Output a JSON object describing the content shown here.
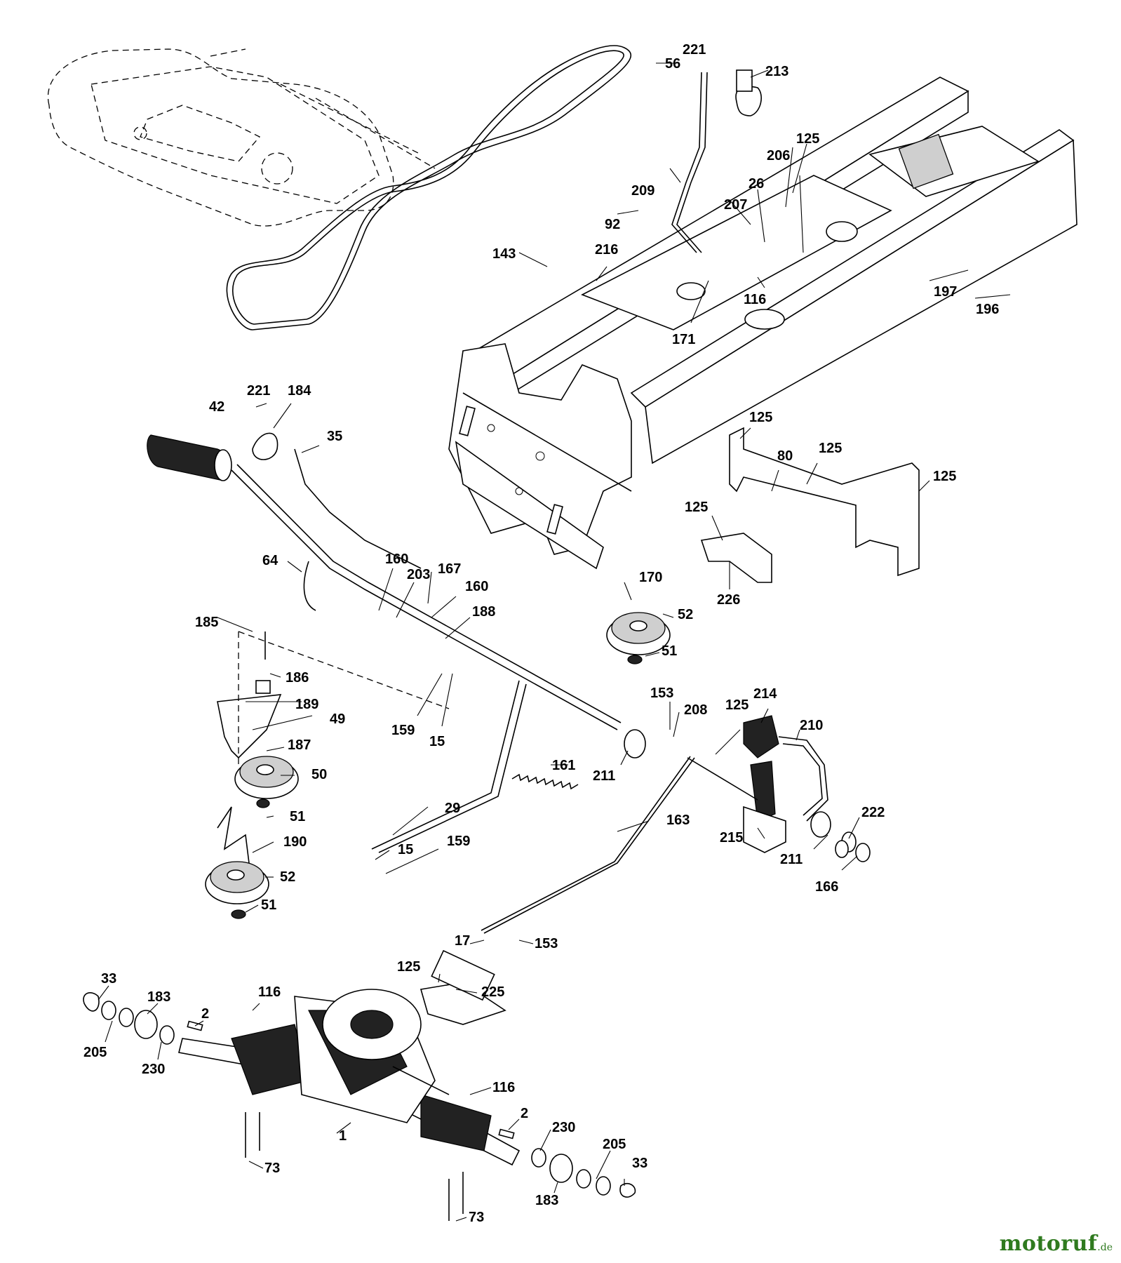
{
  "labels": {
    "l221a": "221",
    "l56": "56",
    "l213": "213",
    "l125a": "125",
    "l206": "206",
    "l26": "26",
    "l209": "209",
    "l207": "207",
    "l92": "92",
    "l143": "143",
    "l216": "216",
    "l116a": "116",
    "l171": "171",
    "l197": "197",
    "l196": "196",
    "l221b": "221",
    "l184": "184",
    "l42": "42",
    "l35": "35",
    "l125b": "125",
    "l80": "80",
    "l125c": "125",
    "l125d": "125",
    "l125e": "125",
    "l64": "64",
    "l160a": "160",
    "l203": "203",
    "l167": "167",
    "l160b": "160",
    "l170": "170",
    "l188": "188",
    "l185": "185",
    "l52a": "52",
    "l51a": "51",
    "l226": "226",
    "l186": "186",
    "l189": "189",
    "l49": "49",
    "l187": "187",
    "l159a": "159",
    "l15a": "15",
    "l153a": "153",
    "l208": "208",
    "l125f": "125",
    "l214": "214",
    "l210": "210",
    "l161": "161",
    "l211a": "211",
    "l50": "50",
    "l29": "29",
    "l163": "163",
    "l222": "222",
    "l51b": "51",
    "l190": "190",
    "l15b": "15",
    "l159b": "159",
    "l215": "215",
    "l211b": "211",
    "l166": "166",
    "l52b": "52",
    "l51c": "51",
    "l17": "17",
    "l153b": "153",
    "l125g": "125",
    "l225": "225",
    "l33a": "33",
    "l183a": "183",
    "l116b": "116",
    "l2a": "2",
    "l205a": "205",
    "l230a": "230",
    "l116c": "116",
    "l2b": "2",
    "l1": "1",
    "l230b": "230",
    "l205b": "205",
    "l73a": "73",
    "l33b": "33",
    "l183b": "183",
    "l73b": "73"
  },
  "watermark": {
    "text": "motoruf",
    "suffix": ".de"
  }
}
